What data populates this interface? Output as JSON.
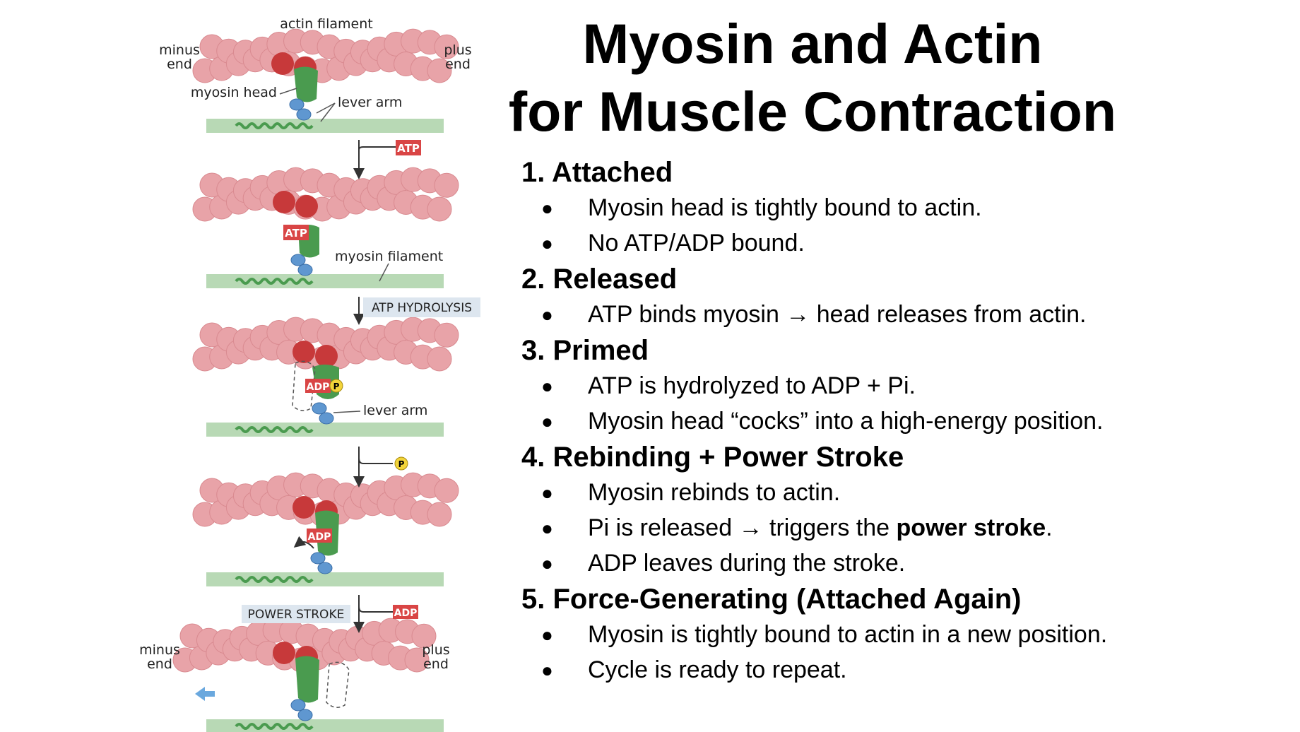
{
  "title": {
    "line1": "Myosin and Actin",
    "line2": "for Muscle Contraction"
  },
  "diagram": {
    "actin_filament": "actin filament",
    "minus": "minus",
    "end": "end",
    "plus": "plus",
    "myosin_head": "myosin head",
    "lever_arm": "lever arm",
    "myosin_filament": "myosin filament",
    "atp": "ATP",
    "adp": "ADP",
    "p": "P",
    "atp_hydrolysis": "ATP HYDROLYSIS",
    "power_stroke": "POWER STROKE"
  },
  "colors": {
    "actin": "#e8a3a8",
    "actin_dark": "#c7393a",
    "myosin": "#4a9b4f",
    "lever_blue": "#5f97d0",
    "filament": "#b8d9b5",
    "label_red": "#d94545",
    "label_box": "#dde6ef",
    "phosphate": "#f2d43a"
  },
  "steps": [
    {
      "heading": "1. Attached",
      "bullets": [
        {
          "text": "Myosin head is tightly bound to actin."
        },
        {
          "text": "No ATP/ADP bound."
        }
      ]
    },
    {
      "heading": "2. Released",
      "bullets": [
        {
          "text": "ATP binds myosin → head releases from actin."
        }
      ]
    },
    {
      "heading": "3. Primed",
      "bullets": [
        {
          "text": "ATP is hydrolyzed to ADP + Pi."
        },
        {
          "text": "Myosin head “cocks” into a high-energy position."
        }
      ]
    },
    {
      "heading": "4. Rebinding + Power Stroke",
      "bullets": [
        {
          "text": "Myosin rebinds to actin."
        },
        {
          "pre": "Pi is released → triggers the ",
          "bold": "power stroke",
          "post": "."
        },
        {
          "text": "ADP leaves during the stroke."
        }
      ]
    },
    {
      "heading": "5. Force-Generating (Attached Again)",
      "bullets": [
        {
          "text": "Myosin is tightly bound to actin in a new position."
        },
        {
          "text": "Cycle is ready to repeat."
        }
      ]
    }
  ]
}
